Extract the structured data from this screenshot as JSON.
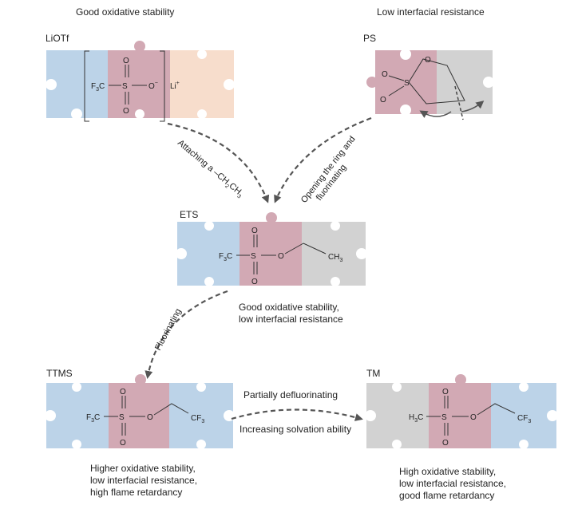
{
  "headers": {
    "left": "Good oxidative stability",
    "right": "Low interfacial resistance"
  },
  "molecules": {
    "liotf": {
      "name": "LiOTf",
      "f3c": "F",
      "f3c_sub": "3",
      "f3c_c": "C",
      "s": "S",
      "o_top": "O",
      "o_bottom": "O",
      "o_minus": "O",
      "minus": "−",
      "li": "Li",
      "li_plus": "+"
    },
    "ps": {
      "name": "PS",
      "s": "S",
      "o1": "O",
      "o2": "O",
      "o_ring": "O"
    },
    "ets": {
      "name": "ETS",
      "f3c": "F",
      "f3c_sub": "3",
      "f3c_c": "C",
      "s": "S",
      "o_top": "O",
      "o_bottom": "O",
      "o_link": "O",
      "ch3": "CH",
      "ch3_sub": "3"
    },
    "ttms": {
      "name": "TTMS",
      "f3c": "F",
      "f3c_sub": "3",
      "f3c_c": "C",
      "s": "S",
      "o_top": "O",
      "o_bottom": "O",
      "o_link": "O",
      "cf3": "CF",
      "cf3_sub": "3"
    },
    "tm": {
      "name": "TM",
      "h3c": "H",
      "h3c_sub": "3",
      "h3c_c": "C",
      "s": "S",
      "o_top": "O",
      "o_bottom": "O",
      "o_link": "O",
      "cf3": "CF",
      "cf3_sub": "3"
    }
  },
  "arrows": {
    "attaching": "Attaching a –CH",
    "attaching_sub1": "2",
    "attaching_ch": "CH",
    "attaching_sub2": "3",
    "opening_line1": "Opening the ring and",
    "opening_line2": "fluorinating",
    "fluorinating": "Fluorinating",
    "defluorinating": "Partially defluorinating",
    "solvation": "Increasing solvation ability"
  },
  "descriptions": {
    "ets": [
      "Good oxidative stability,",
      "low interfacial resistance"
    ],
    "ttms": [
      "Higher oxidative stability,",
      "low interfacial resistance,",
      "high flame retardancy"
    ],
    "tm": [
      "High oxidative stability,",
      "low interfacial resistance,",
      "good flame retardancy"
    ]
  },
  "colors": {
    "blue": "#bcd3e8",
    "mauve": "#d2a9b4",
    "peach": "#f7ddcc",
    "gray": "#d2d2d2",
    "arrow": "#555555"
  }
}
